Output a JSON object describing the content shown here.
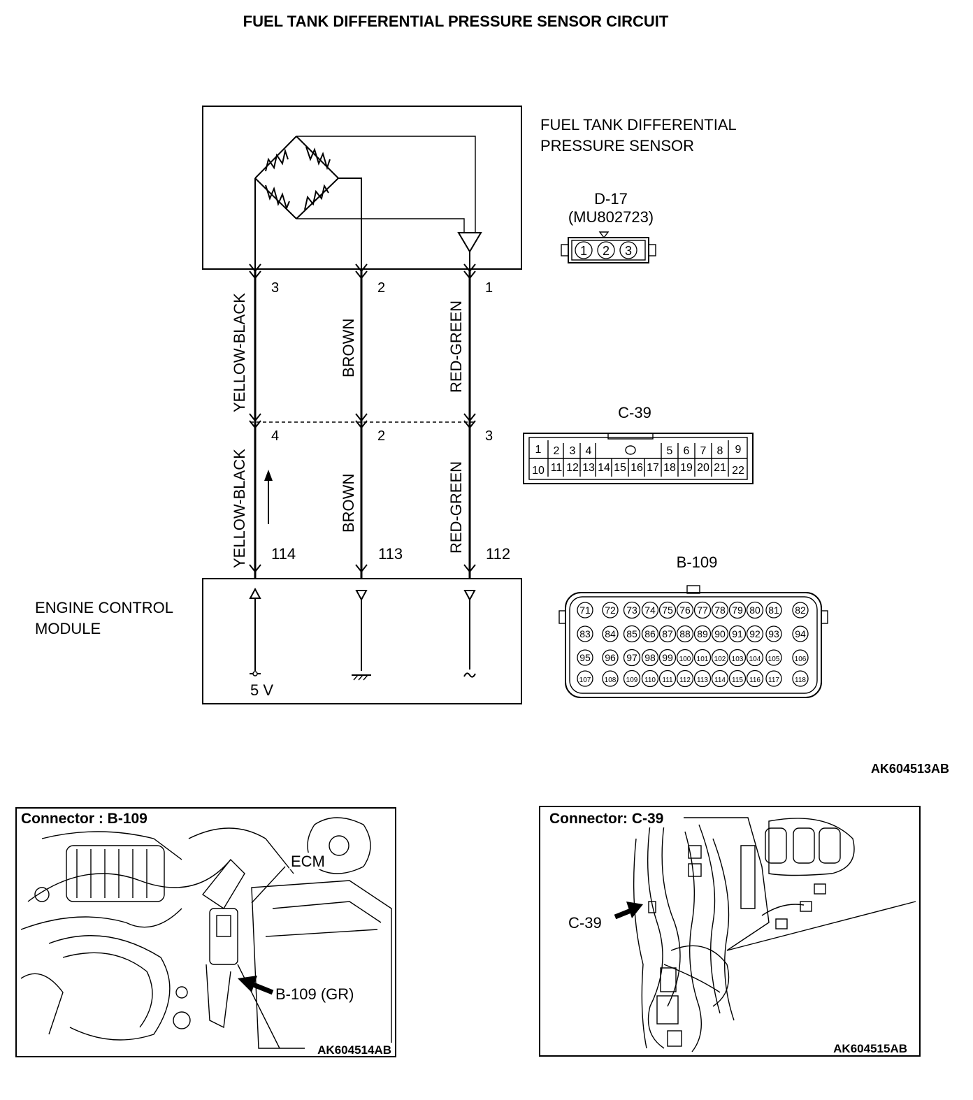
{
  "title": "FUEL TANK DIFFERENTIAL PRESSURE SENSOR CIRCUIT",
  "sensor": {
    "label_line1": "FUEL TANK DIFFERENTIAL",
    "label_line2": "PRESSURE SENSOR"
  },
  "ecm": {
    "label_line1": "ENGINE CONTROL",
    "label_line2": "MODULE",
    "supply": "5 V"
  },
  "wires_upper": [
    {
      "color": "YELLOW-BLACK",
      "sensor_pin": "3"
    },
    {
      "color": "BROWN",
      "sensor_pin": "2"
    },
    {
      "color": "RED-GREEN",
      "sensor_pin": "1"
    }
  ],
  "wires_lower": [
    {
      "color": "YELLOW-BLACK",
      "c39_pin": "4",
      "ecm_pin": "114"
    },
    {
      "color": "BROWN",
      "c39_pin": "2",
      "ecm_pin": "113"
    },
    {
      "color": "RED-GREEN",
      "c39_pin": "3",
      "ecm_pin": "112"
    }
  ],
  "connector_d17": {
    "name": "D-17",
    "part": "(MU802723)",
    "pins": [
      "1",
      "2",
      "3"
    ]
  },
  "connector_c39": {
    "name": "C-39",
    "row1": [
      "1",
      "2",
      "3",
      "4",
      "5",
      "6",
      "7",
      "8",
      "9"
    ],
    "row2": [
      "10",
      "11",
      "12",
      "13",
      "14",
      "15",
      "16",
      "17",
      "18",
      "19",
      "20",
      "21",
      "22"
    ]
  },
  "connector_b109": {
    "name": "B-109",
    "rows": [
      [
        "71",
        "72",
        "73",
        "74",
        "75",
        "76",
        "77",
        "78",
        "79",
        "80",
        "81",
        "82"
      ],
      [
        "83",
        "84",
        "85",
        "86",
        "87",
        "88",
        "89",
        "90",
        "91",
        "92",
        "93",
        "94"
      ],
      [
        "95",
        "96",
        "97",
        "98",
        "99",
        "100",
        "101",
        "102",
        "103",
        "104",
        "105",
        "106"
      ],
      [
        "107",
        "108",
        "109",
        "110",
        "111",
        "112",
        "113",
        "114",
        "115",
        "116",
        "117",
        "118"
      ]
    ]
  },
  "diagram_code": "AK604513AB",
  "photo_b109": {
    "caption": "Connector : B-109",
    "ecm_label": "ECM",
    "arrow_label": "B-109 (GR)",
    "code": "AK604514AB"
  },
  "photo_c39": {
    "caption": "Connector: C-39",
    "arrow_label": "C-39",
    "code": "AK604515AB"
  }
}
